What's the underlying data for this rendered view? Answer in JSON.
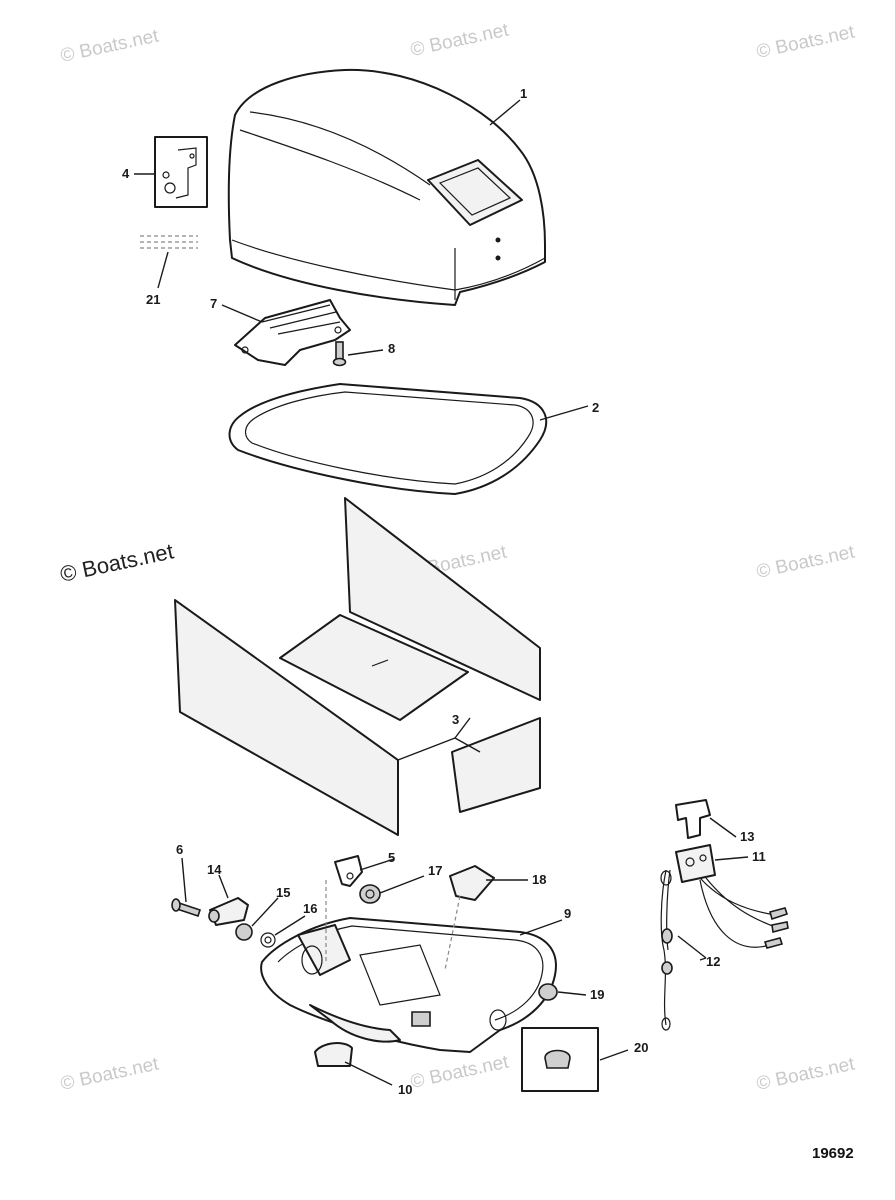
{
  "watermarks": {
    "light": "© Boats.net",
    "dark": "© Boats.net"
  },
  "figure_number": "19692",
  "callouts": {
    "c1": "1",
    "c2": "2",
    "c3": "3",
    "c4": "4",
    "c5": "5",
    "c6": "6",
    "c7": "7",
    "c8": "8",
    "c9": "9",
    "c10": "10",
    "c11": "11",
    "c12": "12",
    "c13": "13",
    "c14": "14",
    "c15": "15",
    "c16": "16",
    "c17": "17",
    "c18": "18",
    "c19": "19",
    "c20": "20",
    "c21": "21"
  }
}
